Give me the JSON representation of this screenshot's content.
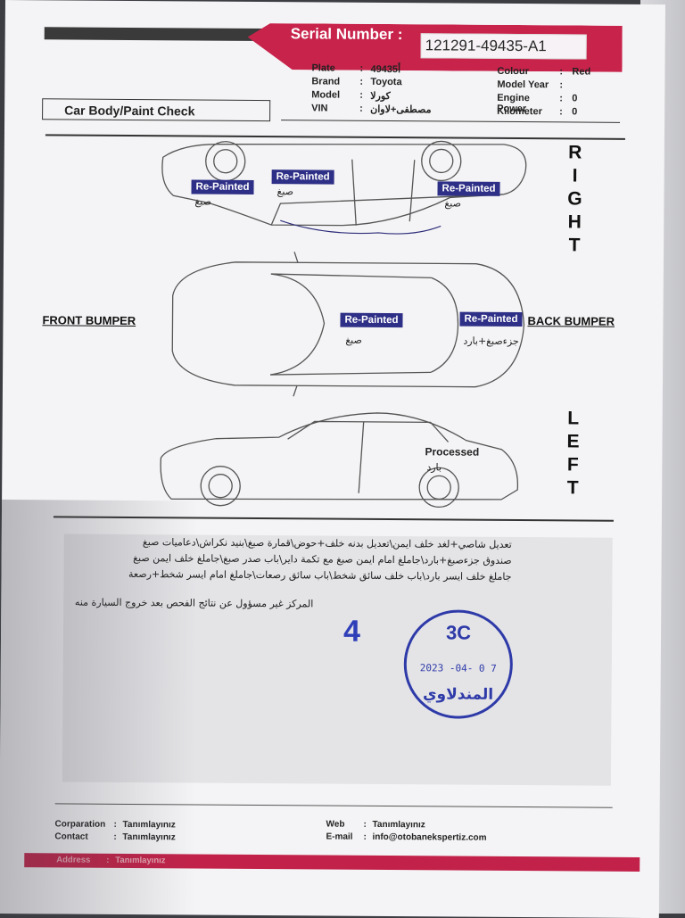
{
  "header": {
    "serial_label": "Serial Number :",
    "serial_value": "121291-49435-A1"
  },
  "vehicle": [
    {
      "label": "Plate",
      "value": "49435أ"
    },
    {
      "label": "Brand",
      "value": "Toyota"
    },
    {
      "label": "Model",
      "value": "كورلا"
    },
    {
      "label": "VIN",
      "value": "مصطفى+لاوان"
    }
  ],
  "vehicle_right": [
    {
      "label": "Colour",
      "value": "Red"
    },
    {
      "label": "Model Year",
      "value": ""
    },
    {
      "label": "Engine Power",
      "value": "0"
    },
    {
      "label": "Kilometer",
      "value": "0"
    }
  ],
  "section_title": "Car Body/Paint Check",
  "sides": {
    "right": [
      "R",
      "I",
      "G",
      "H",
      "T"
    ],
    "left": [
      "L",
      "E",
      "F",
      "T"
    ],
    "front": "FRONT BUMPER",
    "back": "BACK BUMPER"
  },
  "tags": {
    "right_front": "Re-Painted",
    "right_front_note": "صبغ",
    "right_mid": "Re-Painted",
    "right_mid_note": "صبغ",
    "right_rear": "Re-Painted",
    "right_rear_note": "صبغ",
    "top_roof": "Re-Painted",
    "top_roof_note": "صبغ",
    "top_trunk": "Re-Painted",
    "top_trunk_note": "جزءصبغ+بارد",
    "left_processed": "Processed",
    "left_processed_note": "بارد"
  },
  "notes": {
    "line1": "تعديل شاصي+لغد خلف ايمن\\تعديل بدنه خلف+حوض\\قمارة صبغ\\بنيد نكراش\\دعاميات صبغ",
    "line2": "صندوق جزءصبغ+بارد\\جاملغ امام ايمن صبغ مع تكمة داير\\باب صدر صبغ\\جاملغ خلف ايمن صبغ",
    "line3": "جاملغ خلف ايسر بارد\\باب خلف سائق شخط\\باب سائق رصعات\\جاملغ امام ايسر شخط+رصعة",
    "disclaimer": "المركز غير مسؤول عن نتائج الفحص بعد خروج السيارة منه"
  },
  "stamp": {
    "number": "4",
    "code": "3C",
    "date": "2023 -04- 0 7",
    "name": "المندلاوي"
  },
  "footer": {
    "corporation_label": "Corparation",
    "corporation_value": "Tanımlayınız",
    "contact_label": "Contact",
    "contact_value": "Tanımlayınız",
    "web_label": "Web",
    "web_value": "Tanımlayınız",
    "email_label": "E-mail",
    "email_value": "info@otobanekspertiz.com",
    "address_label": "Address",
    "address_value": "Tanımlayınız"
  },
  "colors": {
    "brand_red": "#c8234b",
    "tag_blue": "#2e2f86",
    "stamp_blue": "#2e3aa8"
  }
}
